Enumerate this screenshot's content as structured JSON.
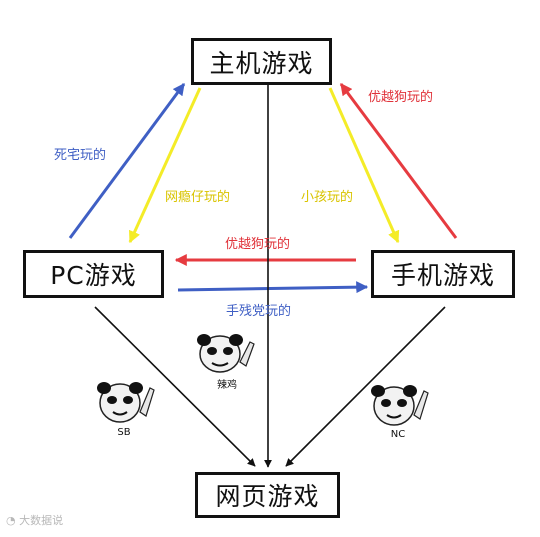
{
  "nodes": {
    "console": "主机游戏",
    "pc": "PC游戏",
    "mobile": "手机游戏",
    "web": "网页游戏"
  },
  "edge_labels": {
    "pc_to_console": "死宅玩的",
    "console_to_pc": "网瘾仔玩的",
    "mobile_to_console": "优越狗玩的",
    "console_to_mobile": "小孩玩的",
    "mobile_to_pc": "优越狗玩的",
    "pc_to_mobile": "手残党玩的"
  },
  "memes": {
    "center": "辣鸡",
    "left": "SB",
    "right": "NC"
  },
  "colors": {
    "blue": "#3f5fc4",
    "yellow": "#f4ec28",
    "red": "#e63b40",
    "black": "#111111"
  },
  "watermark": "大数据说"
}
